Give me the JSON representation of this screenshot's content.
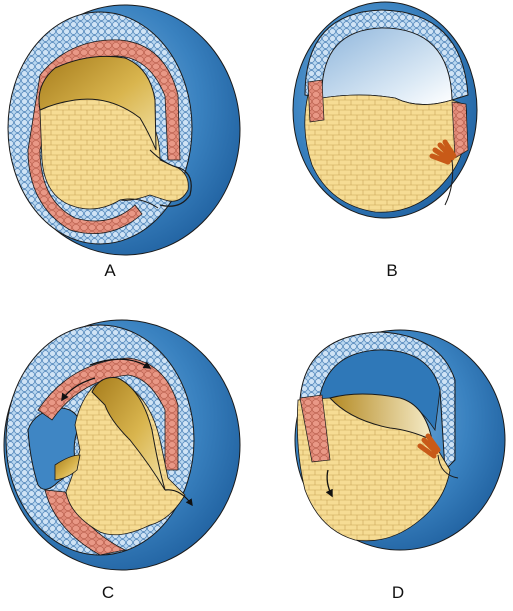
{
  "figure": {
    "panels": [
      {
        "id": "A",
        "label": "A"
      },
      {
        "id": "B",
        "label": "B"
      },
      {
        "id": "C",
        "label": "C"
      },
      {
        "id": "D",
        "label": "D"
      }
    ],
    "colors": {
      "blue_shell": "#2f78b8",
      "blue_shell_light": "#6ea6d6",
      "blue_cells": "#b9d7f0",
      "pink_cells": "#e08a78",
      "yolk_cells": "#f6dc94",
      "cavity_gold": "#c8a032",
      "cavity_light": "#f0dc98",
      "bottle_cells": "#e07a30",
      "outline": "#1a1a1a"
    }
  }
}
